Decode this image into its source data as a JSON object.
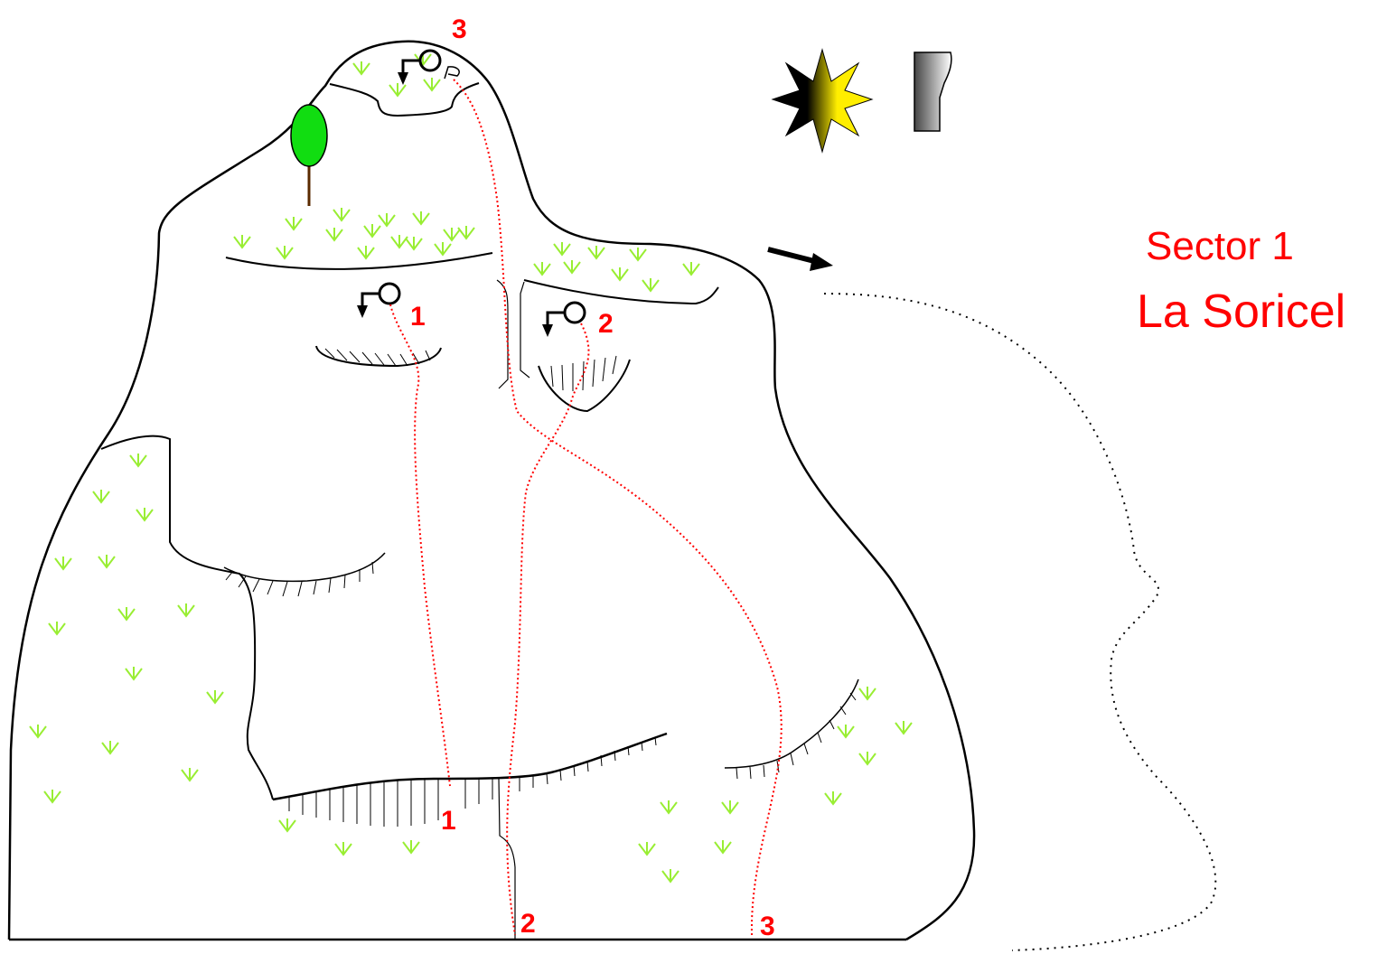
{
  "sector": {
    "label": "Sector 1",
    "name": "La Soricel"
  },
  "routes": [
    {
      "number": "1",
      "top_label": "1",
      "bottom_label": "1"
    },
    {
      "number": "2",
      "top_label": "2",
      "bottom_label": "2"
    },
    {
      "number": "3",
      "top_label": "3",
      "bottom_label": "3"
    }
  ],
  "icons": {
    "sun": "sun-icon",
    "wall_profile": "wall-profile-icon",
    "tree": "tree-icon",
    "anchor": "rappel-anchor-icon",
    "grass": "grass-tuft-icon",
    "approach": "approach-arrow-icon"
  },
  "colors": {
    "route_line": "#ff0000",
    "label": "#ff0000",
    "grass": "#99ee33",
    "tree": "#11dd11",
    "sun_light": "#ffee00",
    "rock_outline": "#000000"
  }
}
